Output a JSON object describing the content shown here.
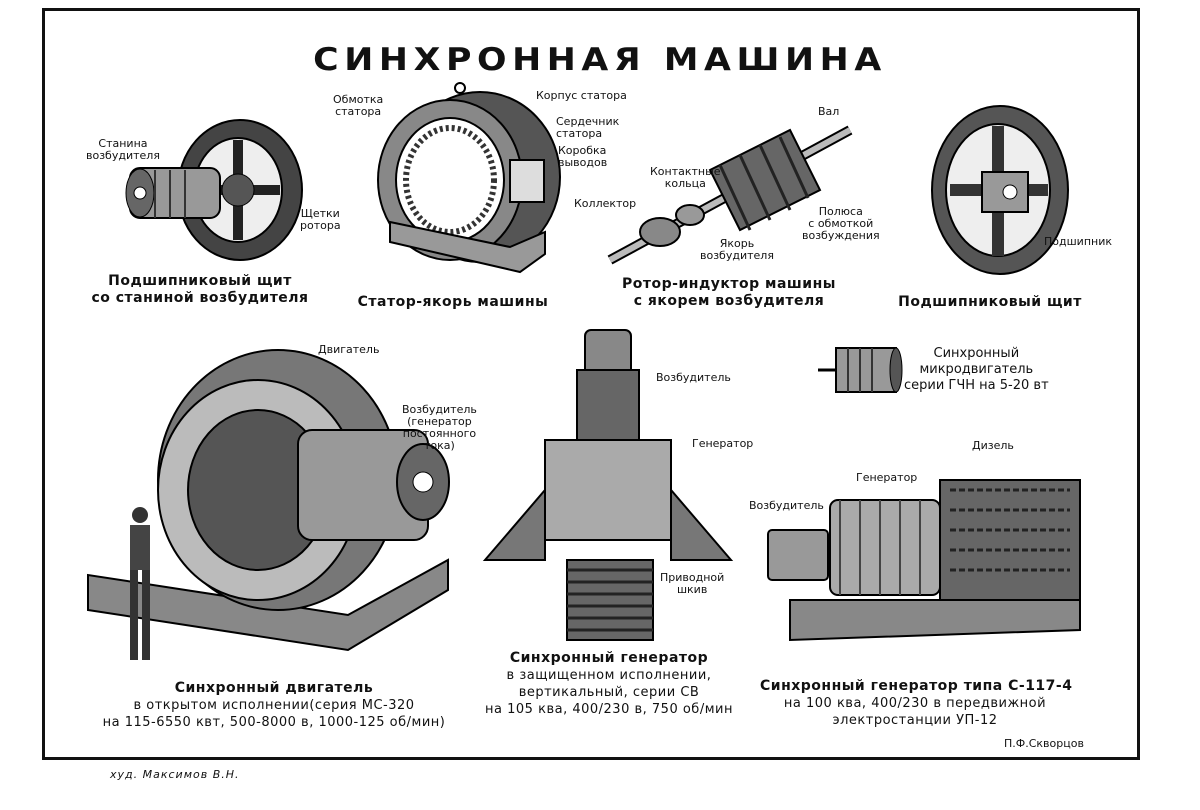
{
  "title": "СИНХРОННАЯ МАШИНА",
  "sections": {
    "bearing_exciter": {
      "caption_1": "Подшипниковый щит",
      "caption_2": "со станиной возбудителя",
      "labels": {
        "frame": "Станина\nвозбудителя",
        "brushes": "Щетки\nротора"
      }
    },
    "stator": {
      "caption": "Статор-якорь машины",
      "labels": {
        "winding": "Обмотка\nстатора",
        "housing": "Корпус статора",
        "core": "Сердечник\nстатора",
        "box": "Коробка\nвыводов"
      }
    },
    "rotor": {
      "caption_1": "Ротор-индуктор машины",
      "caption_2": "с якорем возбудителя",
      "labels": {
        "shaft": "Вал",
        "rings": "Контактные\nкольца",
        "collector": "Коллектор",
        "poles": "Полюса\nс обмоткой\nвозбуждения",
        "armature": "Якорь\nвозбудителя"
      }
    },
    "bearing_shield": {
      "caption": "Подшипниковый щит",
      "labels": {
        "bearing": "Подшипник"
      }
    },
    "motor": {
      "caption": "Синхронный двигатель",
      "line_1": "в открытом исполнении(серия МС-320",
      "line_2": "на 115-6550 квт, 500-8000 в, 1000-125 об/мин)",
      "labels": {
        "motor": "Двигатель",
        "exciter": "Возбудитель\n(генератор\nпостоянного\nтока)"
      }
    },
    "generator_vertical": {
      "caption": "Синхронный генератор",
      "line_1": "в защищенном исполнении,",
      "line_2": "вертикальный, серии СВ",
      "line_3": "на 105 ква, 400/230 в, 750 об/мин",
      "labels": {
        "exciter": "Возбудитель",
        "generator": "Генератор",
        "pulley": "Приводной\nшкив"
      }
    },
    "micromotor": {
      "labels": {
        "text": "Синхронный\nмикродвигатель\nсерии ГЧН на 5-20 вт"
      }
    },
    "generator_c117": {
      "caption": "Синхронный генератор типа С-117-4",
      "line_1": "на 100 ква, 400/230 в передвижной",
      "line_2": "электростанции УП-12",
      "labels": {
        "diesel": "Дизель",
        "generator": "Генератор",
        "exciter": "Возбудитель"
      }
    }
  },
  "signature": "П.Ф.Скворцов",
  "artist": "худ. Максимов В.Н."
}
